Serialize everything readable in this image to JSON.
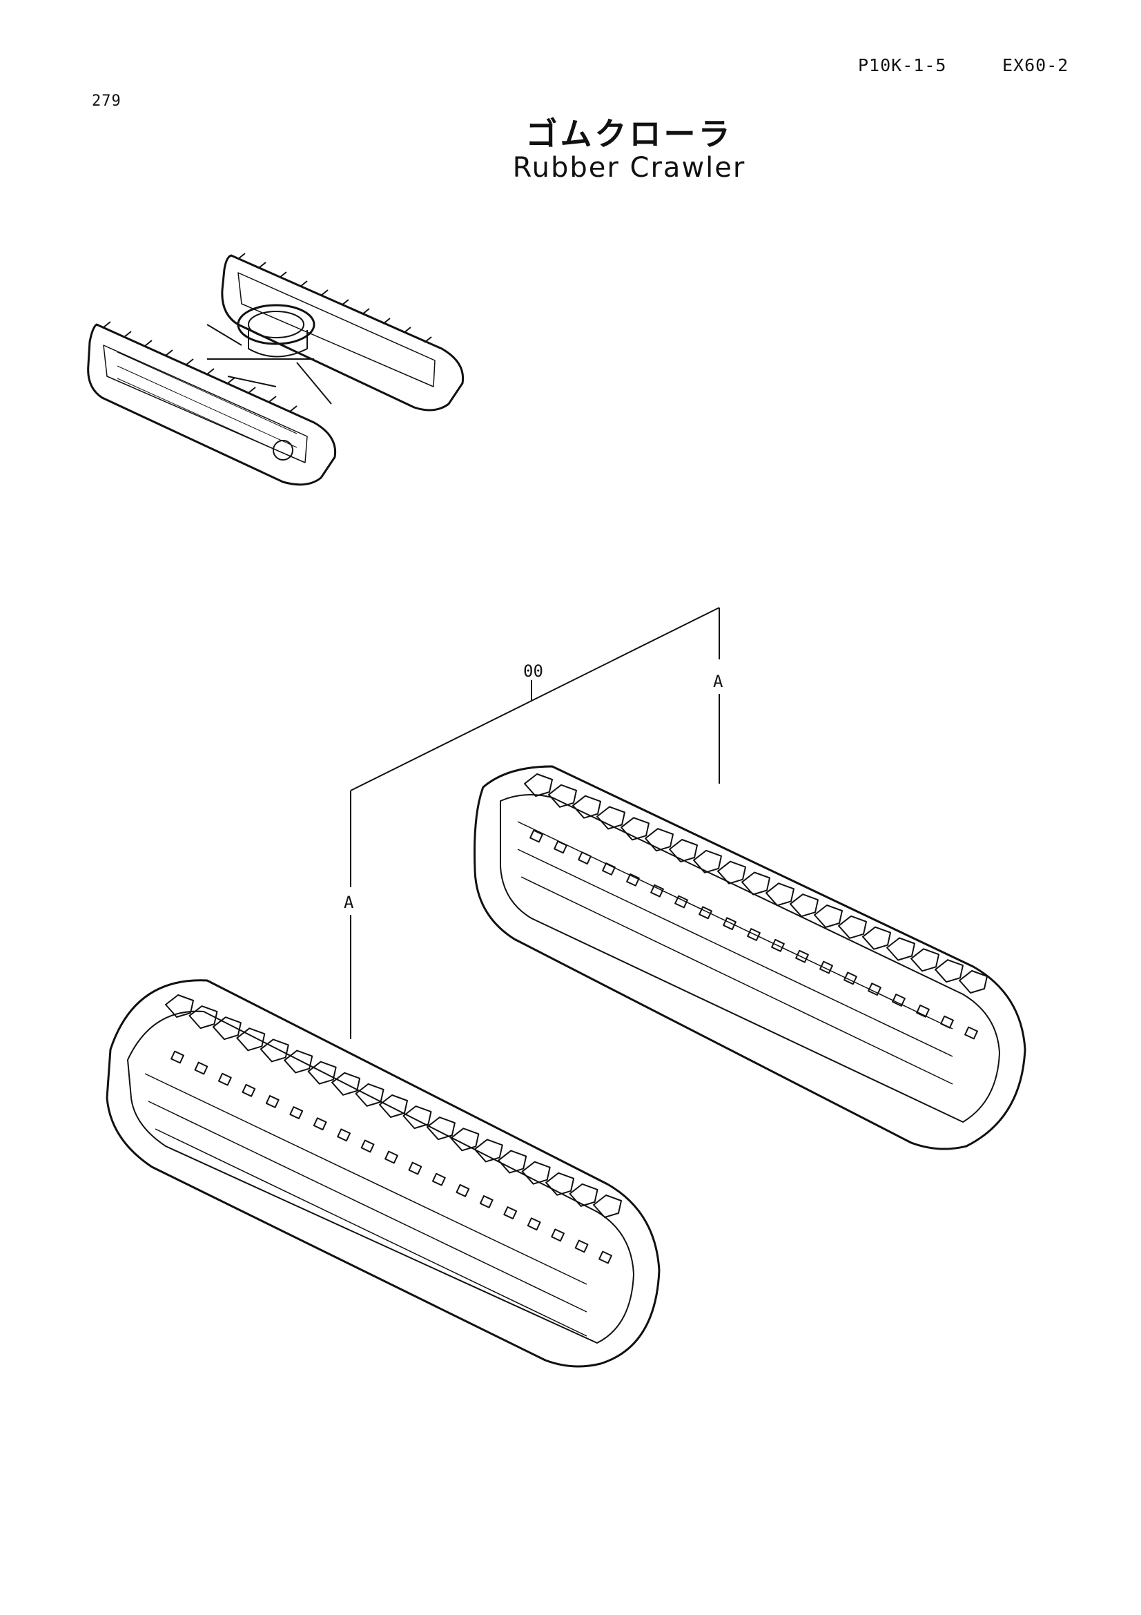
{
  "header": {
    "page_number": "279",
    "part_code": "P10K-1-5",
    "model": "EX60-2"
  },
  "title": {
    "japanese": "ゴムクローラ",
    "english": "Rubber Crawler"
  },
  "callouts": {
    "assembly": "00",
    "part_a_right": "A",
    "part_a_left": "A"
  }
}
